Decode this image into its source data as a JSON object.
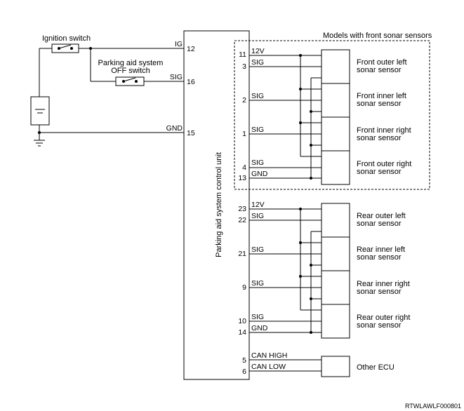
{
  "labels": {
    "ignition_switch": "Ignition switch",
    "parking_aid_switch_line1": "Parking aid system",
    "parking_aid_switch_line2": "OFF switch",
    "control_unit": "Parking aid system control unit",
    "models_front": "Models with front sonar sensors",
    "reference": "RTWLAWLF000801"
  },
  "left_pins": [
    {
      "signal": "IG",
      "pin": "12"
    },
    {
      "signal": "SIG",
      "pin": "16"
    },
    {
      "signal": "GND",
      "pin": "15"
    }
  ],
  "front_pins": [
    {
      "pin": "11",
      "signal": "12V"
    },
    {
      "pin": "3",
      "signal": "SIG"
    },
    {
      "pin": "2",
      "signal": "SIG"
    },
    {
      "pin": "1",
      "signal": "SIG"
    },
    {
      "pin": "4",
      "signal": "SIG"
    },
    {
      "pin": "13",
      "signal": "GND"
    }
  ],
  "rear_pins": [
    {
      "pin": "23",
      "signal": "12V"
    },
    {
      "pin": "22",
      "signal": "SIG"
    },
    {
      "pin": "21",
      "signal": "SIG"
    },
    {
      "pin": "9",
      "signal": "SIG"
    },
    {
      "pin": "10",
      "signal": "SIG"
    },
    {
      "pin": "14",
      "signal": "GND"
    }
  ],
  "can_pins": [
    {
      "pin": "5",
      "signal": "CAN HIGH"
    },
    {
      "pin": "6",
      "signal": "CAN LOW"
    }
  ],
  "front_sensors": [
    {
      "line1": "Front outer left",
      "line2": "sonar sensor"
    },
    {
      "line1": "Front inner left",
      "line2": "sonar sensor"
    },
    {
      "line1": "Front inner right",
      "line2": "sonar sensor"
    },
    {
      "line1": "Front outer right",
      "line2": "sonar sensor"
    }
  ],
  "rear_sensors": [
    {
      "line1": "Rear outer left",
      "line2": "sonar sensor"
    },
    {
      "line1": "Rear inner left",
      "line2": "sonar sensor"
    },
    {
      "line1": "Rear inner right",
      "line2": "sonar sensor"
    },
    {
      "line1": "Rear outer right",
      "line2": "sonar sensor"
    }
  ],
  "other_ecu": "Other ECU"
}
